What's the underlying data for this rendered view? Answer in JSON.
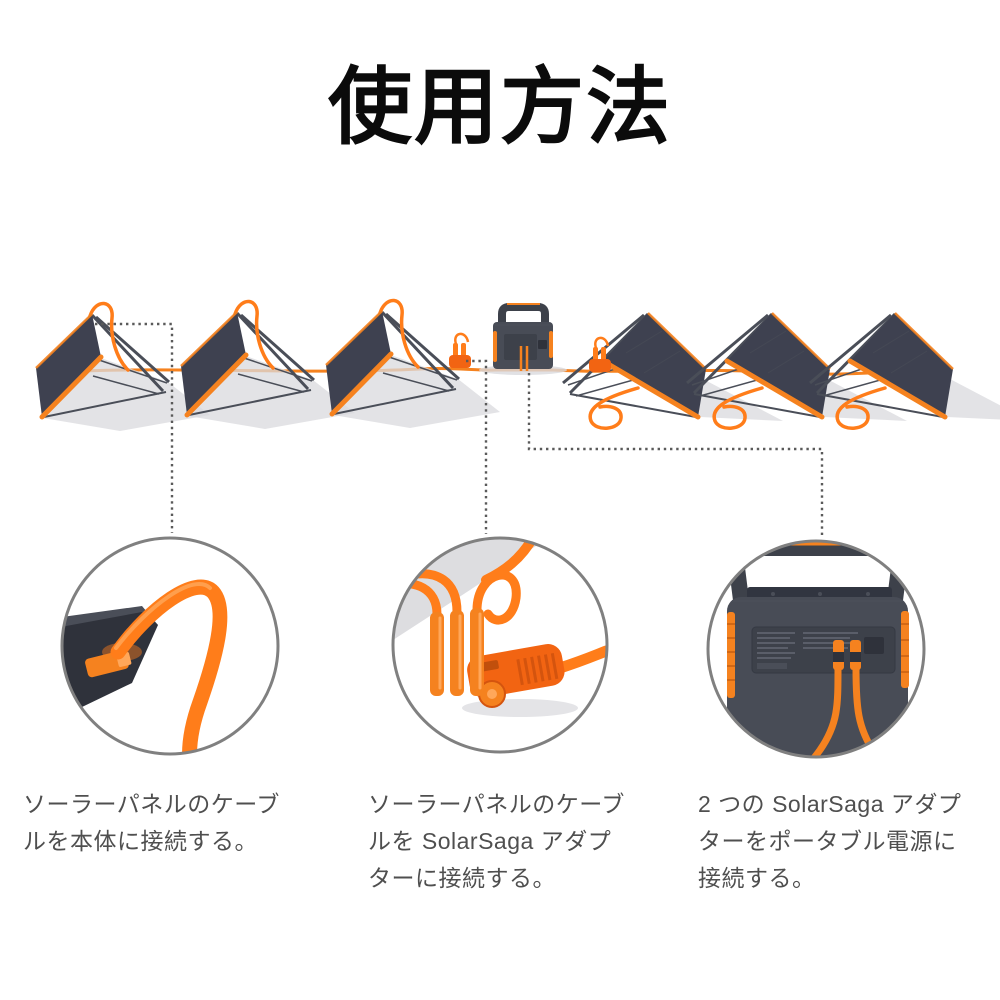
{
  "title": "使用方法",
  "colors": {
    "background": "#ffffff",
    "title_text": "#0b0b0b",
    "caption_text": "#4f4f4f",
    "accent_orange": "#f5821f",
    "adapter_orange": "#f26412",
    "cable_orange": "#ff7d1a",
    "cable_highlight": "#ffa75a",
    "panel_dark": "#3e4150",
    "panel_deep": "#2f323b",
    "frame_dark": "#4a4e58",
    "device_gray": "#484c56",
    "device_dark": "#3d414a",
    "shadow_gray": "#d9d9dd",
    "circle_border": "#808080",
    "dotted_gray": "#5a5a5a",
    "label_gray": "#6b707c"
  },
  "figure": {
    "solar_panels_left_count": 3,
    "solar_panels_right_count": 3,
    "detail_icons": [
      "panel-cable-connection-closeup",
      "solarsaga-adapter-closeup",
      "power-station-rear-cables-closeup"
    ]
  },
  "steps": [
    {
      "caption": "ソーラーパネルのケーブ\nルを本体に接続する。"
    },
    {
      "caption": "ソーラーパネルのケーブ\nルを SolarSaga アダプ\nターに接続する。"
    },
    {
      "caption": "2 つの SolarSaga アダプ\nターをポータブル電源に\n接続する。"
    }
  ]
}
